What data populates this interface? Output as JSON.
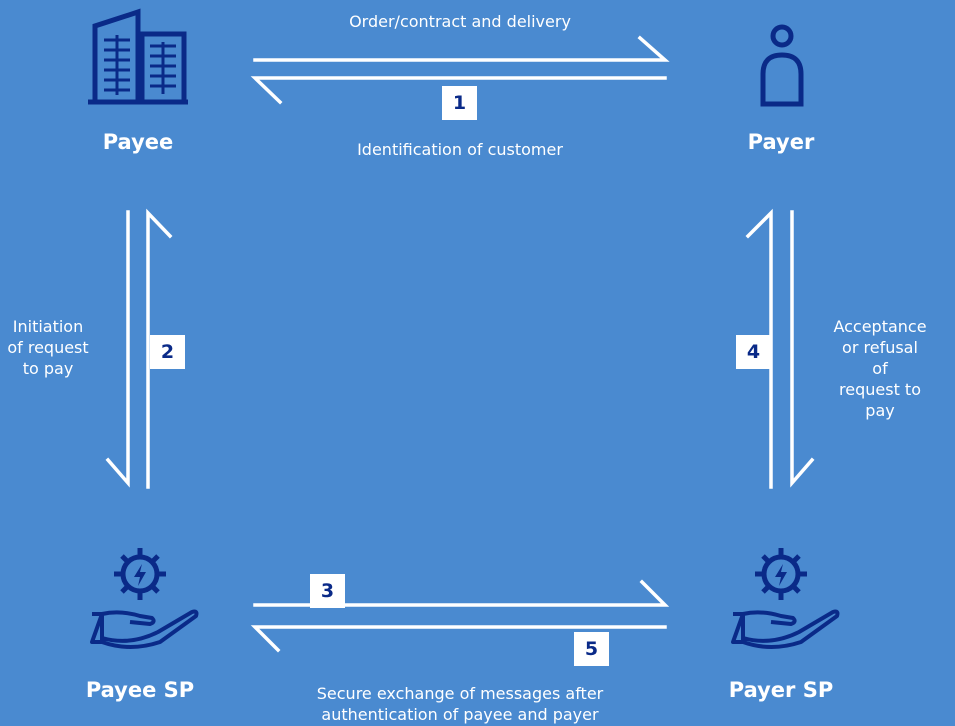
{
  "nodes": {
    "payee": {
      "label": "Payee",
      "icon": "office-building-icon"
    },
    "payer": {
      "label": "Payer",
      "icon": "person-icon"
    },
    "payee_sp": {
      "label": "Payee SP",
      "icon": "gear-hand-icon"
    },
    "payer_sp": {
      "label": "Payer SP",
      "icon": "gear-hand-icon"
    }
  },
  "flows": {
    "top_above": "Order/contract and delivery",
    "top_below": "Identification of customer",
    "left": [
      "Initiation",
      "of request",
      "to pay"
    ],
    "right": [
      "Acceptance",
      "or refusal of",
      "request to pay"
    ],
    "bottom": [
      "Secure exchange of messages after",
      "authentication of payee and payer"
    ]
  },
  "steps": {
    "s1": "1",
    "s2": "2",
    "s3": "3",
    "s4": "4",
    "s5": "5"
  },
  "colors": {
    "background": "#4a8ad0",
    "icon": "#0a2a88",
    "arrow": "#ffffff"
  }
}
